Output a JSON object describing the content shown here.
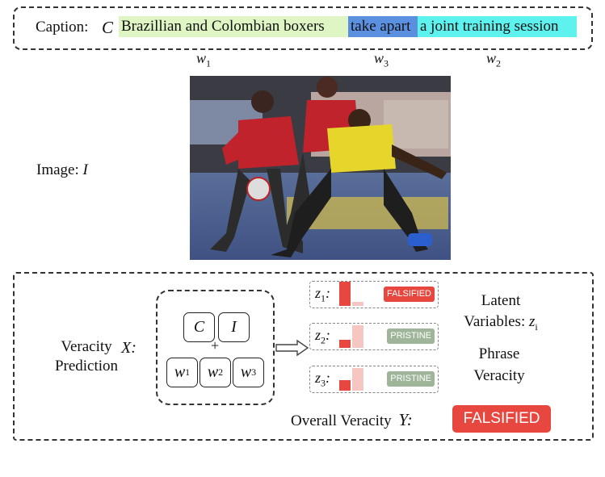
{
  "caption": {
    "label": "Caption:",
    "symbol": "C",
    "phrases": [
      {
        "text": "Brazillian and Colombian boxers",
        "color": "#dff5c4"
      },
      {
        "text": "take apart",
        "color": "#5b8fe0"
      },
      {
        "text": "a joint training session",
        "color": "#5ef2ee"
      }
    ],
    "word_labels": [
      "w1",
      "w3",
      "w2"
    ]
  },
  "image": {
    "label": "Image:",
    "symbol": "I"
  },
  "bottom": {
    "veracity_prediction": "Veracity\nPrediction",
    "input_symbol": "X:",
    "boxes_top": [
      "C",
      "I"
    ],
    "plus": "+",
    "boxes_bottom": [
      "w1",
      "w2",
      "w3"
    ],
    "rows": [
      {
        "z": "z1:",
        "badge": "FALSIFIED",
        "badge_color": "#e8473f",
        "bars": [
          0.95,
          0.15
        ]
      },
      {
        "z": "z2:",
        "badge": "PRISTINE",
        "badge_color": "#9fb59a",
        "bars": [
          0.35,
          0.95
        ]
      },
      {
        "z": "z3:",
        "badge": "PRISTINE",
        "badge_color": "#9fb59a",
        "bars": [
          0.45,
          0.95
        ]
      }
    ],
    "latent_label": "Latent\nVariables: ",
    "latent_symbol": "zi",
    "phrase_veracity": "Phrase\nVeracity",
    "overall_label": "Overall Veracity",
    "overall_symbol": "Y:",
    "overall_badge": "FALSIFIED",
    "overall_color": "#e8473f"
  },
  "colors": {
    "bar_strong": "#e8473f",
    "bar_light": "#f6c6c3"
  }
}
